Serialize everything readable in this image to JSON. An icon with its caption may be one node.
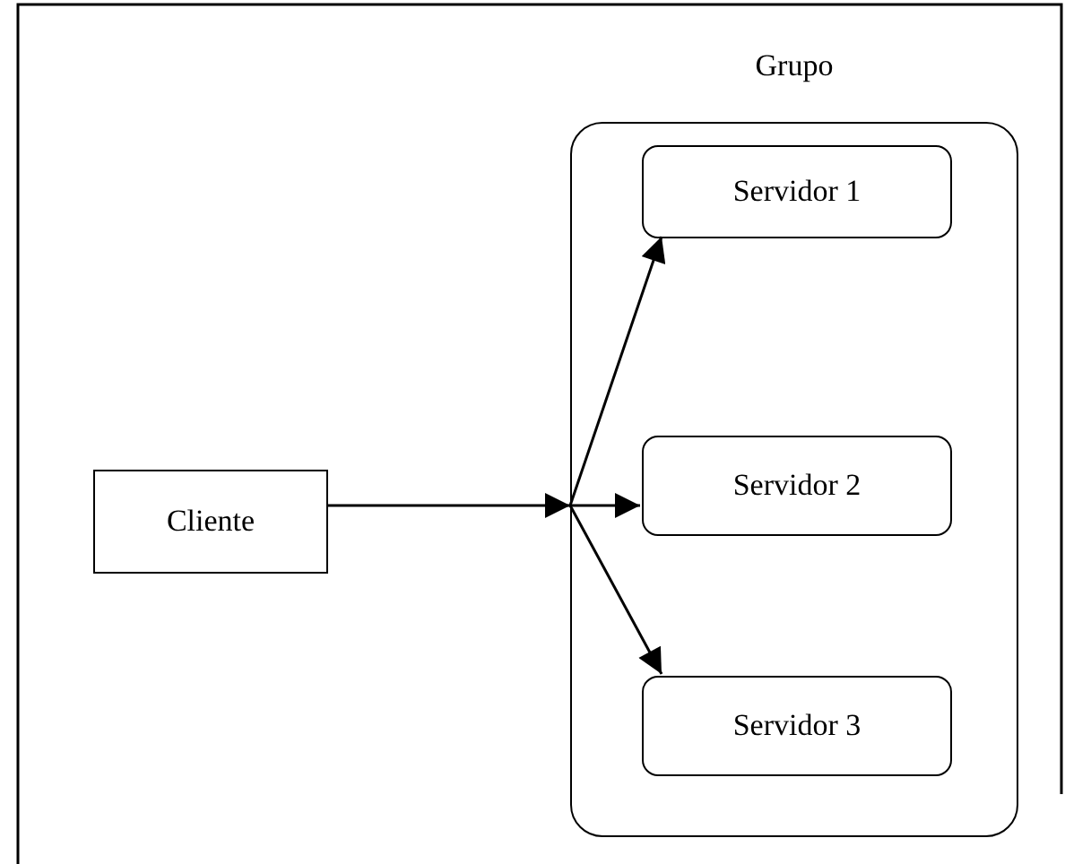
{
  "diagram": {
    "nodes": [
      {
        "text": [
          "Grupo"
        ]
      },
      {
        "text": [
          "Servidor 1"
        ],
        "in": 0
      },
      {
        "text": [
          "Servidor 2"
        ],
        "in": 0
      },
      {
        "text": [
          "Servidor 3"
        ],
        "in": 0
      },
      {
        "text": [
          "Cliente"
        ]
      }
    ],
    "edges": [
      {
        "from": 4,
        "to": 0,
        "arrow": "to"
      },
      {
        "from": 0,
        "to": 1,
        "arrow": "to"
      },
      {
        "from": 0,
        "to": 2,
        "arrow": "to"
      },
      {
        "from": 0,
        "to": 3,
        "arrow": "to"
      }
    ]
  }
}
